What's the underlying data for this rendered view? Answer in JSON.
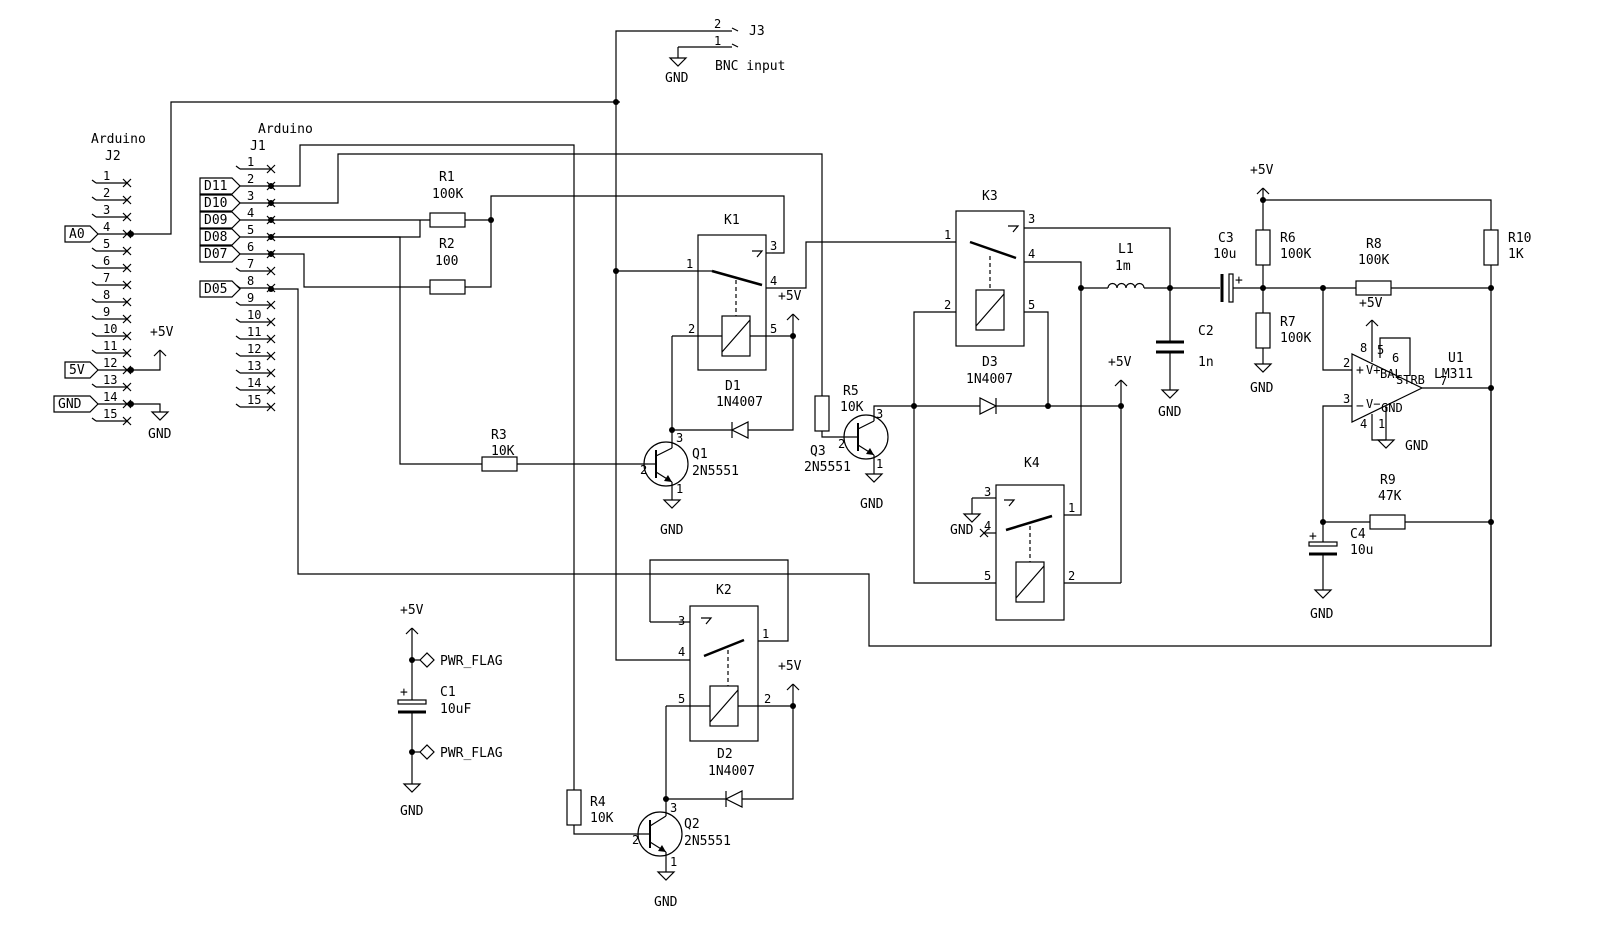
{
  "connectors": {
    "j3": {
      "ref": "J3",
      "pin1": "1",
      "pin2": "2",
      "note": "BNC input"
    },
    "j2": {
      "title": "Arduino",
      "ref": "J2",
      "pins": [
        "1",
        "2",
        "3",
        "4",
        "5",
        "6",
        "7",
        "8",
        "9",
        "10",
        "11",
        "12",
        "13",
        "14",
        "15"
      ]
    },
    "j1": {
      "title": "Arduino",
      "ref": "J1",
      "pins": [
        "1",
        "2",
        "3",
        "4",
        "5",
        "6",
        "7",
        "8",
        "9",
        "10",
        "11",
        "12",
        "13",
        "14",
        "15"
      ]
    }
  },
  "net_labels": {
    "a0": "A0",
    "v5": "5V",
    "gnd": "GND",
    "d11": "D11",
    "d10": "D10",
    "d09": "D09",
    "d08": "D08",
    "d07": "D07",
    "d05": "D05"
  },
  "power": {
    "plus5v": "+5V",
    "gnd": "GND",
    "pwr_flag": "PWR_FLAG"
  },
  "parts": {
    "r1": {
      "ref": "R1",
      "value": "100K"
    },
    "r2": {
      "ref": "R2",
      "value": "100"
    },
    "r3": {
      "ref": "R3",
      "value": "10K"
    },
    "r4": {
      "ref": "R4",
      "value": "10K"
    },
    "r5": {
      "ref": "R5",
      "value": "10K"
    },
    "r6": {
      "ref": "R6",
      "value": "100K"
    },
    "r7": {
      "ref": "R7",
      "value": "100K"
    },
    "r8": {
      "ref": "R8",
      "value": "100K"
    },
    "r9": {
      "ref": "R9",
      "value": "47K"
    },
    "r10": {
      "ref": "R10",
      "value": "1K"
    },
    "c1": {
      "ref": "C1",
      "value": "10uF"
    },
    "c2": {
      "ref": "C2",
      "value": "1n"
    },
    "c3": {
      "ref": "C3",
      "value": "10u"
    },
    "c4": {
      "ref": "C4",
      "value": "10u"
    },
    "l1": {
      "ref": "L1",
      "value": "1m"
    },
    "d1": {
      "ref": "D1",
      "value": "1N4007"
    },
    "d2": {
      "ref": "D2",
      "value": "1N4007"
    },
    "d3": {
      "ref": "D3",
      "value": "1N4007"
    },
    "q1": {
      "ref": "Q1",
      "value": "2N5551"
    },
    "q2": {
      "ref": "Q2",
      "value": "2N5551"
    },
    "q3": {
      "ref": "Q3",
      "value": "2N5551"
    },
    "u1": {
      "ref": "U1",
      "value": "LM311"
    },
    "k1": {
      "ref": "K1"
    },
    "k2": {
      "ref": "K2"
    },
    "k3": {
      "ref": "K3"
    },
    "k4": {
      "ref": "K4"
    }
  },
  "pin_numbers": {
    "p1": "1",
    "p2": "2",
    "p3": "3",
    "p4": "4",
    "p5": "5",
    "p6": "6",
    "p7": "7",
    "p8": "8"
  },
  "u1_pins": {
    "plus": "+",
    "minus": "−",
    "vplus": "V+",
    "vminus": "V−",
    "bal": "BAL",
    "gnd": "GND",
    "strb": "STRB"
  }
}
